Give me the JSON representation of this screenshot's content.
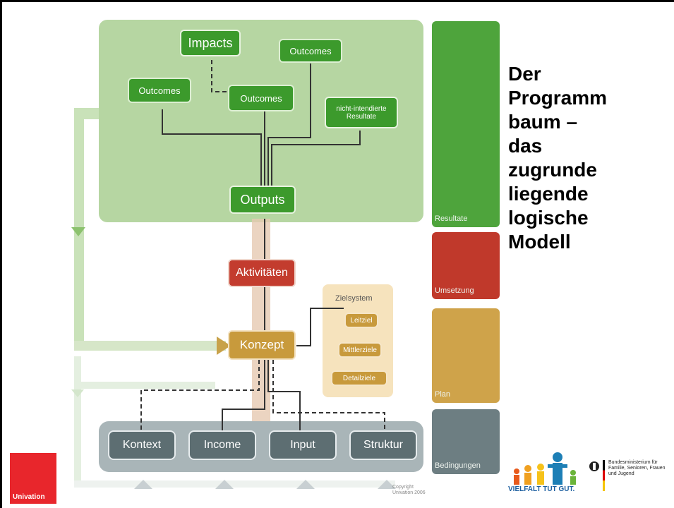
{
  "title_lines": [
    "Der",
    "Programm",
    "baum –",
    "das",
    "zugrunde",
    "liegende",
    "logische",
    "Modell"
  ],
  "diagram": {
    "impacts": "Impacts",
    "outcomes_top": "Outcomes",
    "outcomes_left": "Outcomes",
    "outcomes_mid": "Outcomes",
    "unintended": "nicht-intendierte Resultate",
    "outputs": "Outputs",
    "aktivitaeten": "Aktivitäten",
    "konzept": "Konzept",
    "zielsystem": {
      "title": "Zielsystem",
      "items": [
        "Leitziel",
        "Mittlerziele",
        "Detailziele"
      ]
    },
    "conditions": [
      "Kontext",
      "Income",
      "Input",
      "Struktur"
    ],
    "copyright": "Copyright Univation 2006"
  },
  "side_bars": [
    {
      "label": "Resultate",
      "color": "#4ea43c"
    },
    {
      "label": "Umsetzung",
      "color": "#c0392b"
    },
    {
      "label": "Plan",
      "color": "#cfa34a"
    },
    {
      "label": "Bedingungen",
      "color": "#6d7e82"
    }
  ],
  "logos": {
    "univation": "Univation",
    "vielfalt": "VIELFALT TUT GUT.",
    "ministry": "Bundesministerium für Familie, Senioren, Frauen und Jugend"
  }
}
